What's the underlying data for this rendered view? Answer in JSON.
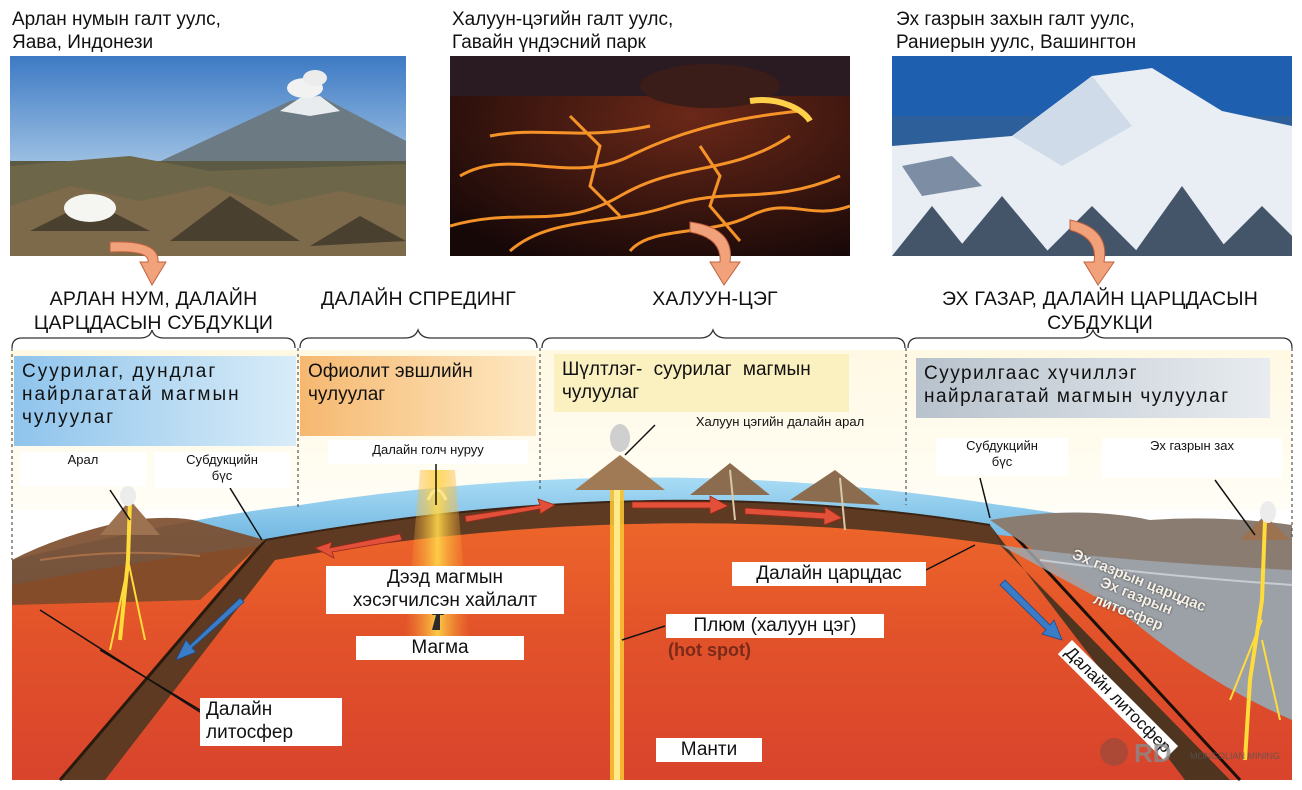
{
  "captions": {
    "left": "Арлан нумын галт уулс,\nЯава, Индонези",
    "middle": "Халуун-цэгийн галт уулс,\nГавайн үндэсний парк",
    "right": "Эх газрын захын галт уулс,\nРаниерын уулс, Вашингтон"
  },
  "sections": {
    "s1": "АРЛАН НУМ, ДАЛАЙН\nЦАРЦДАСЫН СУБДУКЦИ",
    "s2": "ДАЛАЙН СПРЕДИНГ",
    "s3": "ХАЛУУН-ЦЭГ",
    "s4": "ЭХ ГАЗАР, ДАЛАЙН ЦАРЦДАСЫН\nСУБДУКЦИ"
  },
  "rock_boxes": {
    "b1": "Суурилаг, дундлаг\nнайрлагатай магмын\nчулуулаг",
    "b2": "Офиолит эвшлийн\nчулуулаг",
    "b3": "Шүлтлэг- суурилаг магмын\nчулуулаг",
    "b4": "Суурилгаас хүчиллэг\nнайрлагатай магмын чулуулаг"
  },
  "labels": {
    "aral": "Арал",
    "subduction_zone_left": "Субдукцийн\nбүс",
    "ridge": "Далайн голч нуруу",
    "hotspot_island": "Халуун цэгийн далайн арал",
    "subduction_zone_right": "Субдукцийн\nбүс",
    "continental_margin": "Эх газрын зах",
    "partial_melt": "Дээд магмын\nхэсэгчилсэн хайлалт",
    "magma": "Магма",
    "plume": "Плюм (халуун цэг)",
    "hot_spot_en": "(hot spot)",
    "oceanic_crust": "Далайн царцдас",
    "oceanic_lithosphere_left": "Далайн\nлитосфер",
    "mantle": "Манти",
    "continental_crust": "Эх газрын царцдас",
    "continental_lithosphere": "Эх газрын\nлитосфер",
    "oceanic_lithosphere_right": "Далайн литосфер"
  },
  "watermark": {
    "logo": "RD",
    "text": "MONGOLIAN MINING"
  },
  "colors": {
    "mantle": "#e2522a",
    "lithosphere": "#5e3a22",
    "ocean": "#7cc3e8",
    "arrow_red": "#e2503a",
    "arrow_blue": "#3a7cc8",
    "box_blue": "#9dcbee",
    "box_orange": "#f6c07a",
    "box_yellow": "#fbefb9",
    "box_gray": "#c8d0d8"
  }
}
